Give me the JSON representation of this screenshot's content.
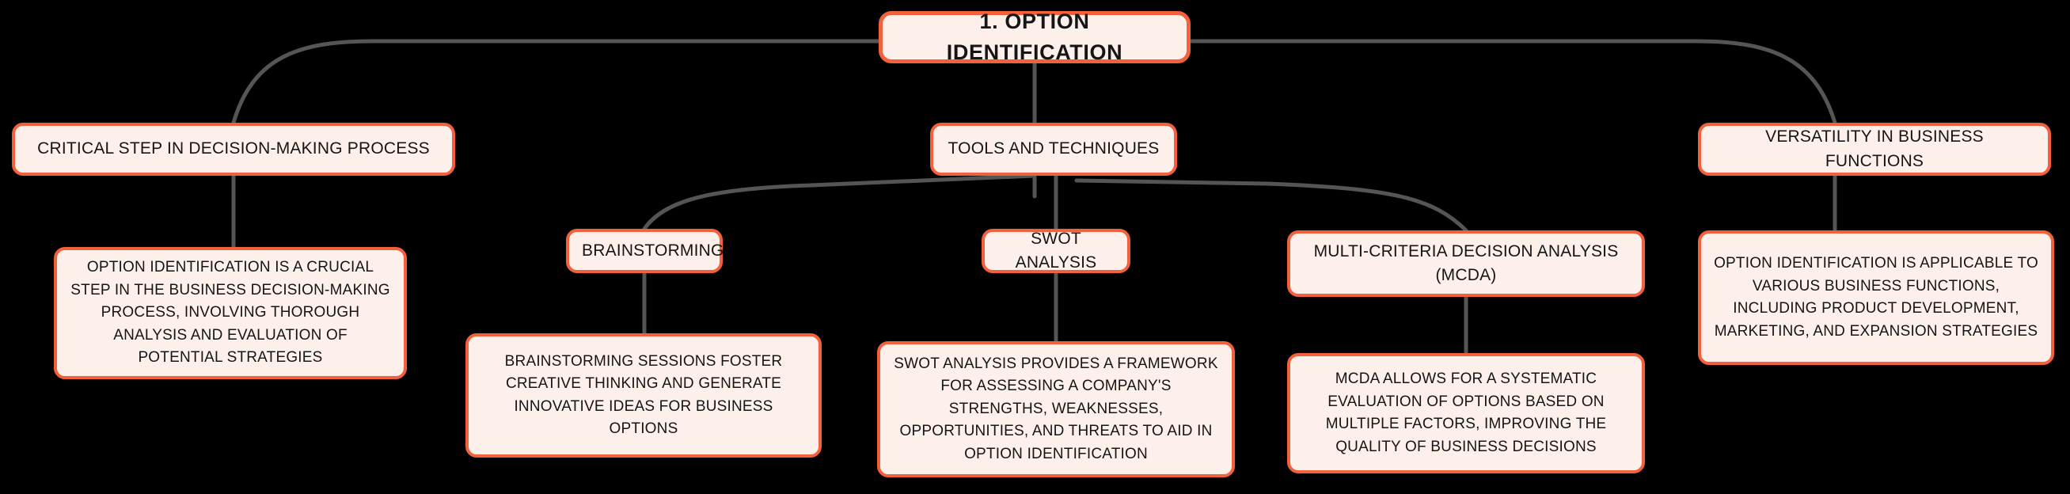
{
  "diagram": {
    "type": "mind-map",
    "title": "1. OPTION IDENTIFICATION",
    "theme": {
      "background": "#000000",
      "node_fill": "#fdf0ea",
      "node_border": "#f2603c",
      "text_color": "#151515",
      "connector_color": "#555555"
    },
    "root": {
      "id": "root",
      "label": "1. OPTION IDENTIFICATION"
    },
    "branches": [
      {
        "id": "branch-critical-step",
        "label": "CRITICAL STEP IN DECISION-MAKING PROCESS",
        "children": [
          {
            "id": "leaf-critical-step-detail",
            "label": "OPTION IDENTIFICATION IS A CRUCIAL STEP IN THE BUSINESS DECISION-MAKING PROCESS, INVOLVING THOROUGH ANALYSIS AND EVALUATION OF POTENTIAL STRATEGIES"
          }
        ]
      },
      {
        "id": "branch-tools-and-techniques",
        "label": "TOOLS AND TECHNIQUES",
        "children": [
          {
            "id": "node-brainstorming",
            "label": "BRAINSTORMING",
            "detail": "BRAINSTORMING SESSIONS FOSTER CREATIVE THINKING AND GENERATE INNOVATIVE IDEAS FOR BUSINESS OPTIONS"
          },
          {
            "id": "node-swot-analysis",
            "label": "SWOT ANALYSIS",
            "detail": "SWOT ANALYSIS PROVIDES A FRAMEWORK FOR ASSESSING A COMPANY'S STRENGTHS, WEAKNESSES, OPPORTUNITIES, AND THREATS TO AID IN OPTION IDENTIFICATION"
          },
          {
            "id": "node-mcda",
            "label": "MULTI-CRITERIA DECISION ANALYSIS (MCDA)",
            "detail": "MCDA ALLOWS FOR A SYSTEMATIC EVALUATION OF OPTIONS BASED ON MULTIPLE FACTORS, IMPROVING THE QUALITY OF BUSINESS DECISIONS"
          }
        ]
      },
      {
        "id": "branch-versatility",
        "label": "VERSATILITY IN BUSINESS FUNCTIONS",
        "children": [
          {
            "id": "leaf-versatility-detail",
            "label": "OPTION IDENTIFICATION IS APPLICABLE TO VARIOUS BUSINESS FUNCTIONS, INCLUDING PRODUCT DEVELOPMENT, MARKETING, AND EXPANSION STRATEGIES"
          }
        ]
      }
    ]
  }
}
